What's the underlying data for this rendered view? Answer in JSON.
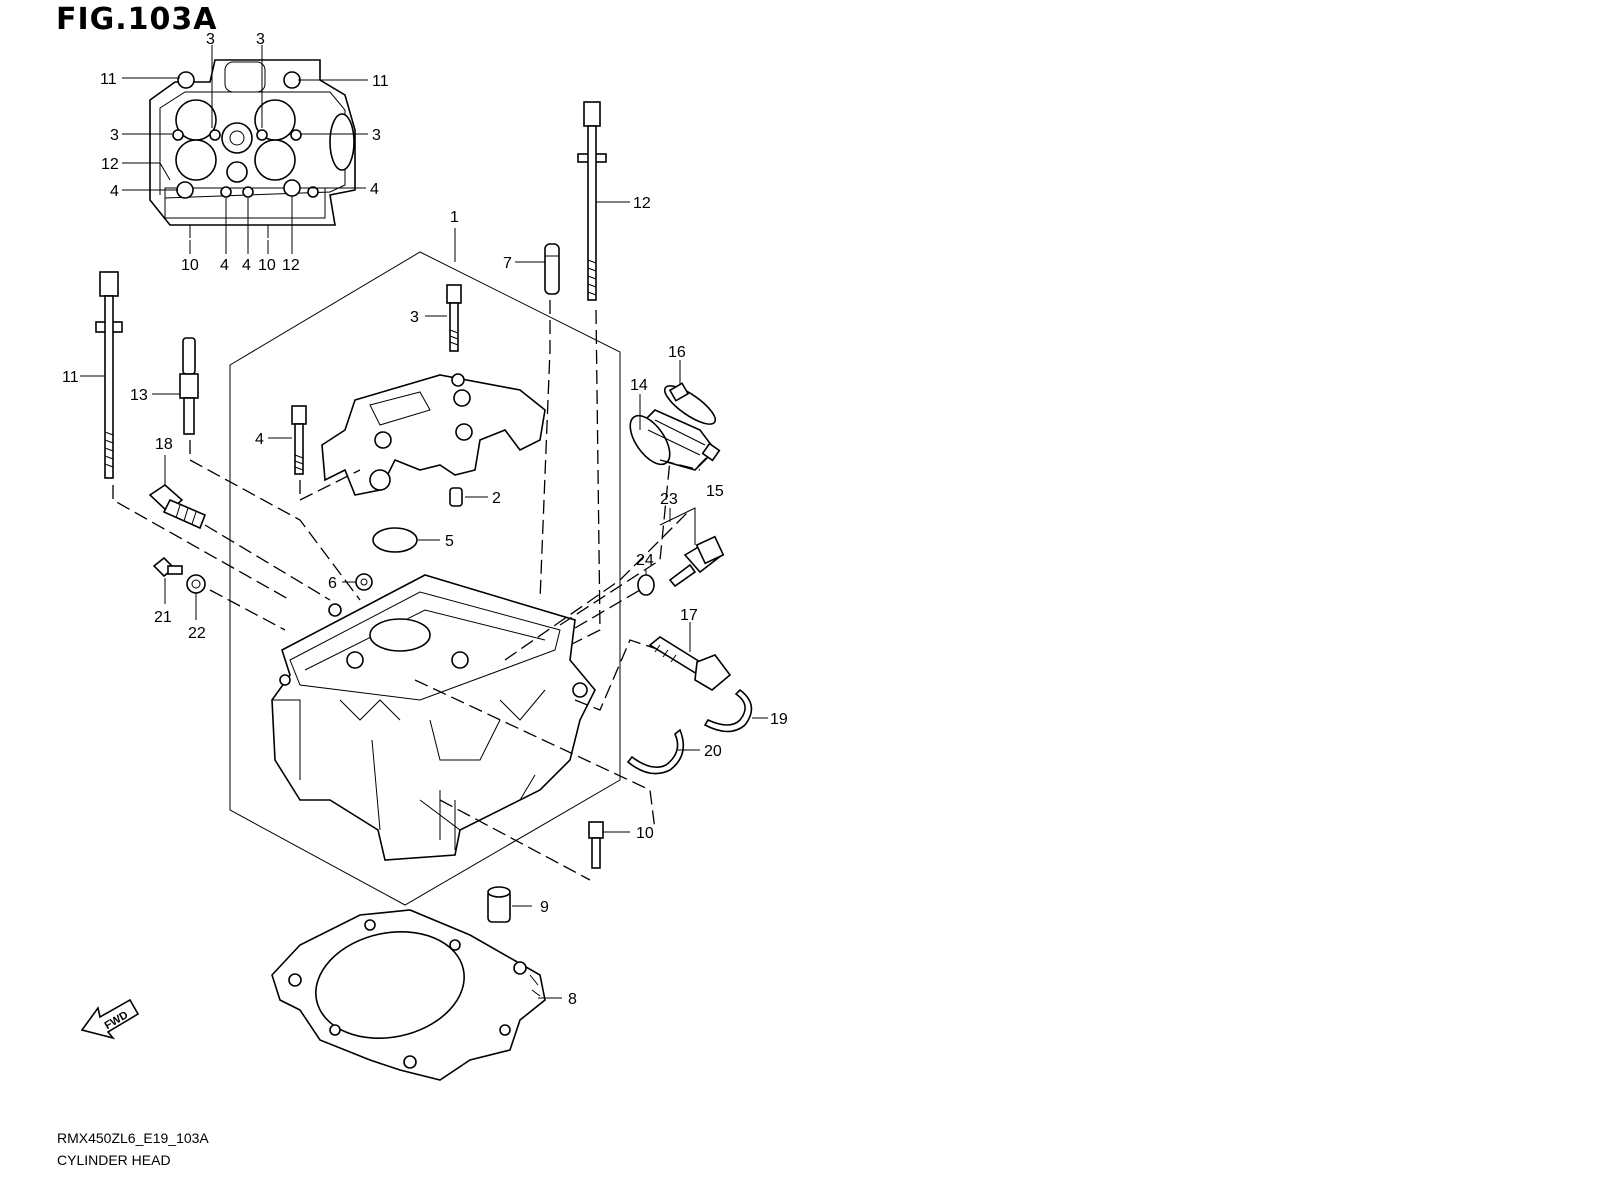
{
  "figure": {
    "title": "FIG.103A",
    "footer_code": "RMX450ZL6_E19_103A",
    "footer_name": "CYLINDER HEAD",
    "fwd_label": "FWD"
  },
  "inset_callouts": [
    "3",
    "3",
    "11",
    "11",
    "3",
    "3",
    "12",
    "4",
    "4",
    "10",
    "4",
    "4",
    "10",
    "12"
  ],
  "main_callouts": [
    "1",
    "2",
    "3",
    "4",
    "5",
    "6",
    "7",
    "8",
    "9",
    "10",
    "11",
    "12",
    "13",
    "14",
    "15",
    "16",
    "17",
    "18",
    "19",
    "20",
    "21",
    "22",
    "23",
    "24"
  ]
}
